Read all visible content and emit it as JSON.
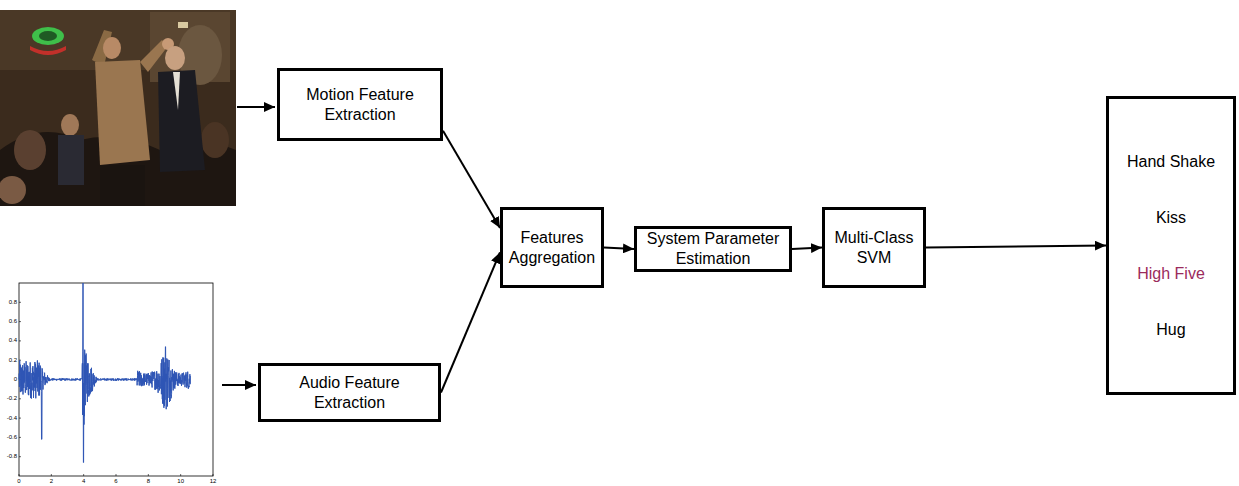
{
  "diagram": {
    "nodes": [
      {
        "text": [
          "Motion Feature Extraction"
        ]
      },
      {
        "text": [
          "Audio Feature Extraction"
        ]
      },
      {
        "text": [
          "Features Aggregation"
        ]
      },
      {
        "text": [
          "System Parameter Estimation"
        ]
      },
      {
        "text": [
          "Multi-Class SVM"
        ]
      },
      {
        "text": [
          "Hand Shake",
          "Kiss",
          "High Five",
          "Hug"
        ]
      }
    ],
    "edges": [
      {
        "from": 0,
        "to": 2,
        "arrow": "to"
      },
      {
        "from": 1,
        "to": 2,
        "arrow": "to"
      },
      {
        "from": 2,
        "to": 3,
        "arrow": "to"
      },
      {
        "from": 3,
        "to": 4,
        "arrow": "to"
      },
      {
        "from": 4,
        "to": 5,
        "arrow": "to"
      }
    ],
    "labels": [
      "0.8",
      "0.6",
      "0.4",
      "0.2",
      "0",
      "-0.2",
      "-0.4",
      "-0.6",
      "-0.8",
      "0",
      "2",
      "4",
      "6",
      "8",
      "10",
      "12"
    ]
  }
}
